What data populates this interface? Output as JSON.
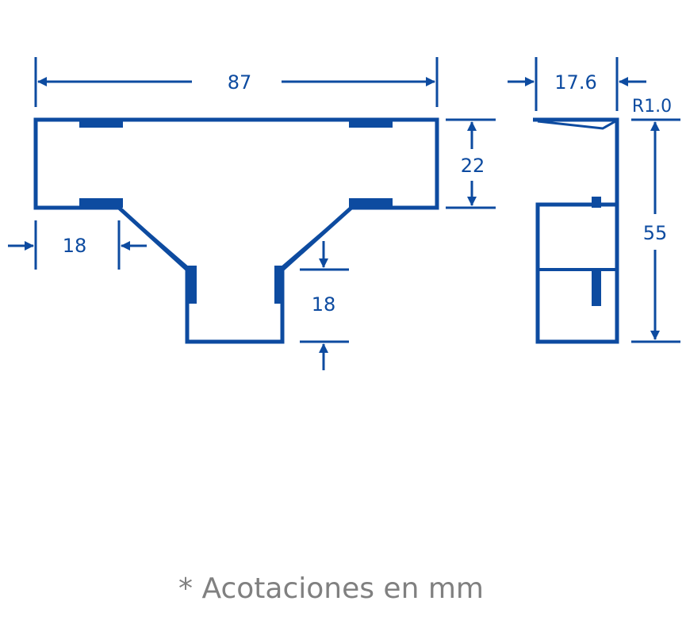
{
  "colors": {
    "line": "#0d4ba0",
    "note": "#808080",
    "background": "#ffffff"
  },
  "dimensions": {
    "width_top": "87",
    "top_height": "22",
    "offset_left": "18",
    "branch_height": "18",
    "side_width": "17.6",
    "radius": "R1.0",
    "side_height": "55"
  },
  "note": "* Acotaciones en mm"
}
